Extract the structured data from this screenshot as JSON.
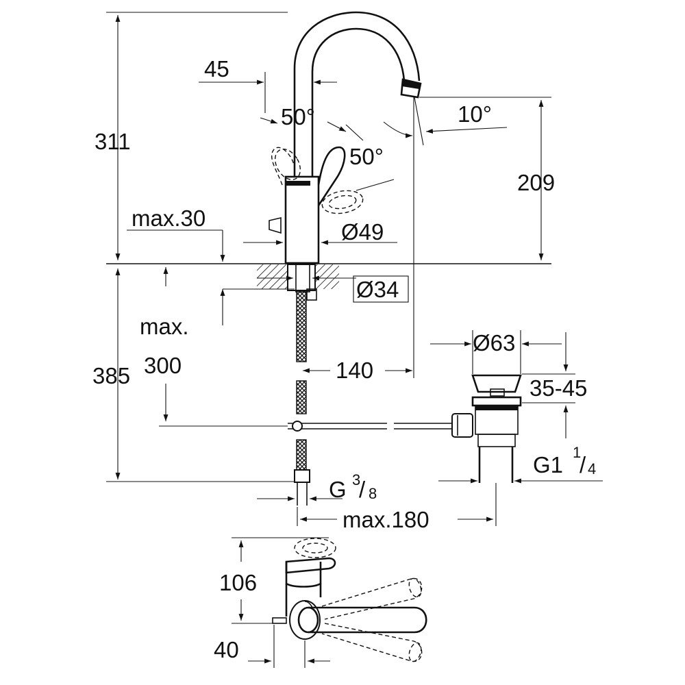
{
  "dimensions": {
    "d311": "311",
    "d45": "45",
    "a50_left": "50°",
    "a50_right": "50°",
    "a10": "10°",
    "d209": "209",
    "max30": "max.30",
    "d49": "Ø49",
    "d34": "Ø34",
    "max_label": "max.",
    "d300": "300",
    "d385": "385",
    "d140": "140",
    "d63": "Ø63",
    "d35_45": "35-45",
    "g1_main": "G1",
    "g1_num": "1",
    "g1_slash": "/",
    "g1_den": "4",
    "g38_main": "G",
    "g38_num": "3",
    "g38_slash": "/",
    "g38_den": "8",
    "max180": "max.180",
    "d106": "106",
    "d40": "40"
  }
}
